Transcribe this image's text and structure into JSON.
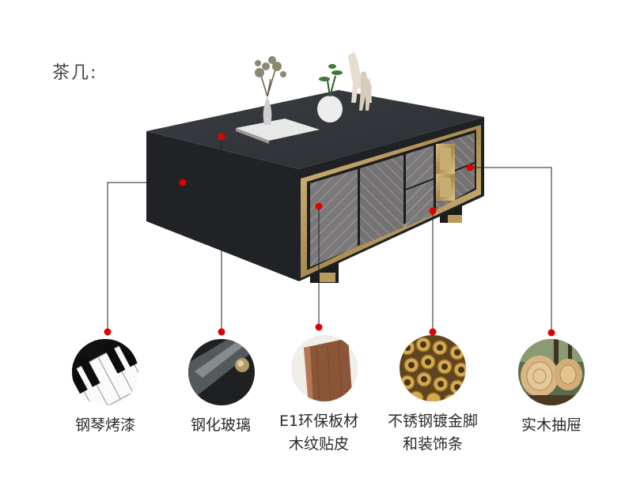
{
  "page": {
    "title": "茶几:"
  },
  "materials": [
    {
      "lines": [
        "钢琴烤漆"
      ],
      "icon": "piano-keys-icon"
    },
    {
      "lines": [
        "钢化玻璃"
      ],
      "icon": "tempered-glass-icon"
    },
    {
      "lines": [
        "E1环保板材",
        "木纹贴皮"
      ],
      "icon": "wood-veneer-icon"
    },
    {
      "lines": [
        "不锈钢镀金脚",
        "和装饰条"
      ],
      "icon": "gold-tubes-icon"
    },
    {
      "lines": [
        "实木抽屉"
      ],
      "icon": "wood-logs-icon"
    }
  ],
  "colors": {
    "marker": "#e00000",
    "line": "#222222",
    "body": "#232528",
    "gold": "#b89a5c",
    "veneer": "#7d7b7b"
  }
}
